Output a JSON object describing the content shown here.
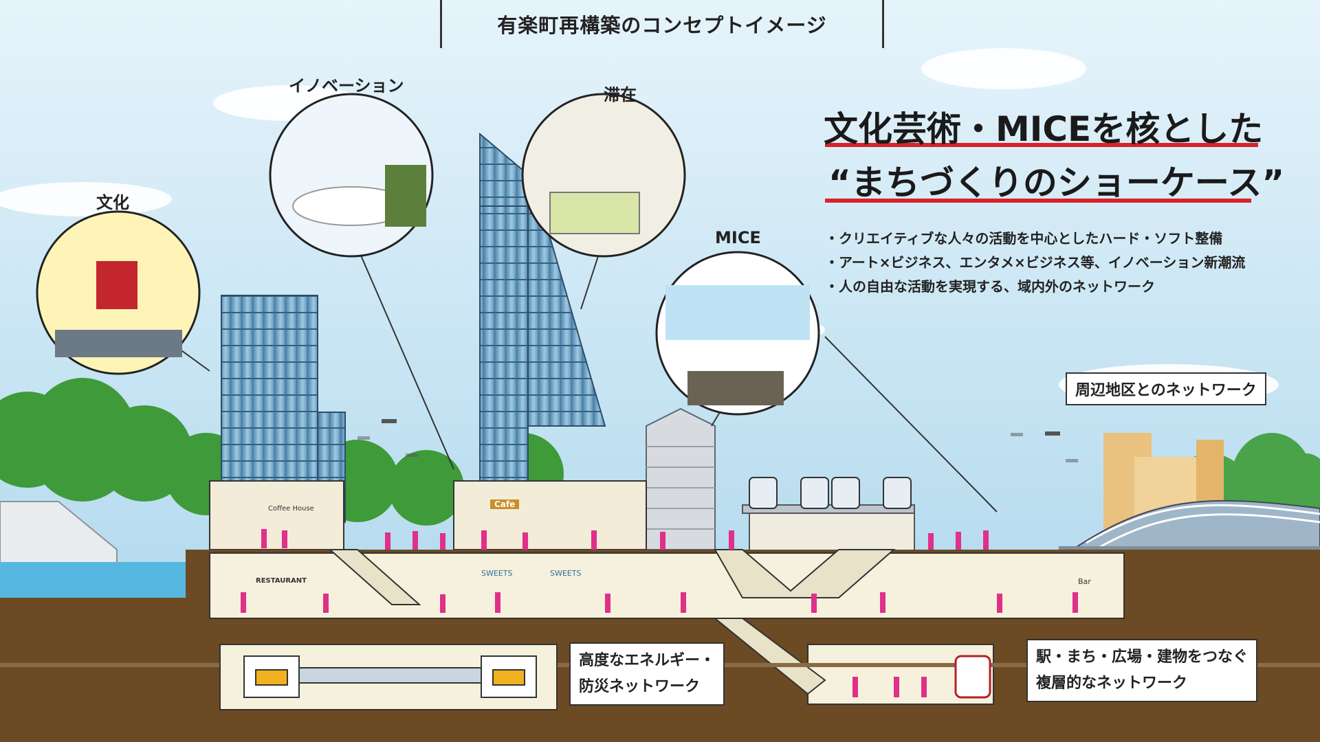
{
  "title": "有楽町再構築のコンセプトイメージ",
  "headline": {
    "line1": "文化芸術・MICEを核とした",
    "line2": "“まちづくりのショーケース”"
  },
  "bullets": [
    "・クリエイティブな人々の活動を中心としたハード・ソフト整備",
    "・アート×ビジネス、エンタメ×ビジネス等、イノベーション新潮流",
    "・人の自由な活動を実現する、域内外のネットワーク"
  ],
  "circle_labels": {
    "culture": "文化",
    "innovation": "イノベーション",
    "stay": "滞在",
    "mice": "MICE"
  },
  "network_label": "周辺地区とのネットワーク",
  "energy_label": {
    "line1": "高度なエネルギー・",
    "line2": "防災ネットワーク"
  },
  "multilayer_label": {
    "line1": "駅・まち・広場・建物をつなぐ",
    "line2": "複層的なネットワーク"
  },
  "shop_signs": {
    "coffee": "Coffee House",
    "cafe": "Cafe",
    "restaurant": "RESTAURANT",
    "sweets1": "SWEETS",
    "sweets2": "SWEETS",
    "bar": "Bar"
  },
  "colors": {
    "accent_red": "#d8232a",
    "people": "#e0308a",
    "ground": "#6b4a24",
    "sky": "#cfe9f6"
  }
}
